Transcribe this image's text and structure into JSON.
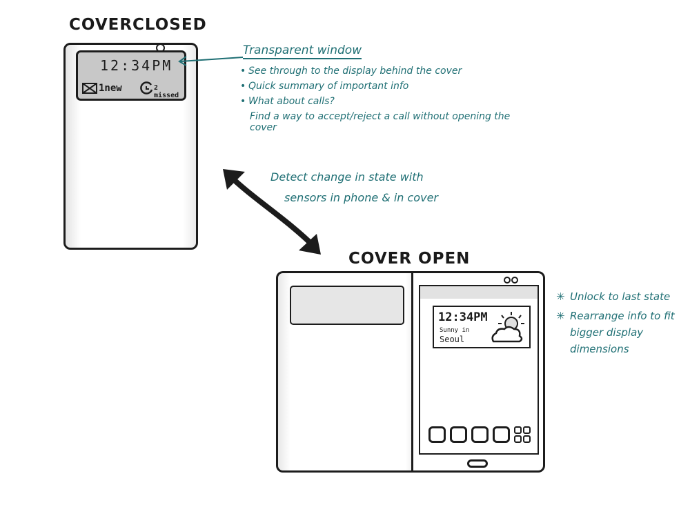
{
  "closed": {
    "heading": "COVERCLOSED",
    "time": "12:34PM",
    "notif_new": "1new",
    "notif_missed": "2 missed",
    "mail_icon": "envelope-x-icon",
    "call_icon": "missed-call-icon"
  },
  "window_note": {
    "title": "Transparent window",
    "bullets": [
      "See through to the display behind the cover",
      "Quick summary of important info",
      "What about calls?"
    ],
    "extra": "Find a way to accept/reject a call without opening the cover"
  },
  "arrow_note": {
    "line1": "Detect change in state with",
    "line2": "sensors in phone & in cover",
    "arrow_icon": "double-headed-arrow-icon"
  },
  "open": {
    "heading": "COVER OPEN",
    "time": "12:34PM",
    "weather_line1": "Sunny in",
    "weather_line2": "Seoul",
    "weather_icon": "sun-behind-cloud-icon"
  },
  "open_notes": {
    "items": [
      "Unlock to last state",
      "Rearrange info to fit bigger display dimensions"
    ]
  },
  "colors": {
    "ink": "#1c1c1c",
    "note_teal": "#1f6f74",
    "window_gray": "#c8c8c8",
    "shading": "#e6e6e6"
  }
}
